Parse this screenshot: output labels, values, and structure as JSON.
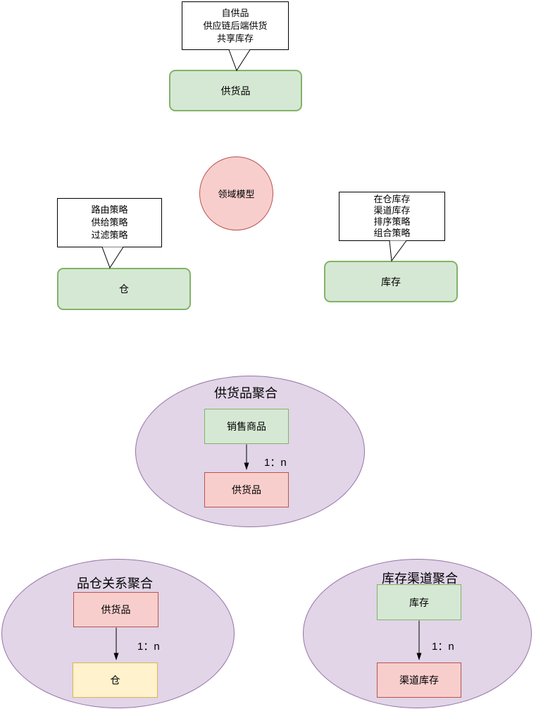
{
  "diagram": {
    "background": "#ffffff",
    "palette": {
      "green_fill": "#d5e8d4",
      "green_border": "#82b366",
      "red_fill": "#f8cecc",
      "red_border": "#b85450",
      "purple_fill": "#e1d5e7",
      "purple_border": "#9673a6",
      "yellow_fill": "#fff2cc",
      "yellow_border": "#d6b656",
      "callout_fill": "#ffffff",
      "callout_border": "#000000",
      "edge_color": "#000000"
    },
    "callouts": [
      {
        "target": "供货品",
        "lines": [
          "自供品",
          "供应链后端供货",
          "共享库存"
        ]
      },
      {
        "target": "仓",
        "lines": [
          "路由策略",
          "供给策略",
          "过滤策略"
        ]
      },
      {
        "target": "库存",
        "lines": [
          "在仓库存",
          "渠道库存",
          "排序策略",
          "组合策略"
        ]
      }
    ],
    "nodes": {
      "supply_item": {
        "label": "供货品"
      },
      "domain_model": {
        "label": "领域模型"
      },
      "warehouse": {
        "label": "仓"
      },
      "inventory": {
        "label": "库存"
      }
    },
    "aggregates": [
      {
        "title": "供货品聚合",
        "parent": "销售商品",
        "child": "供货品",
        "relation": "1：n"
      },
      {
        "title": "品仓关系聚合",
        "parent": "供货品",
        "child": "仓",
        "relation": "1：n"
      },
      {
        "title": "库存渠道聚合",
        "parent": "库存",
        "child": "渠道库存",
        "relation": "1：n"
      }
    ]
  }
}
